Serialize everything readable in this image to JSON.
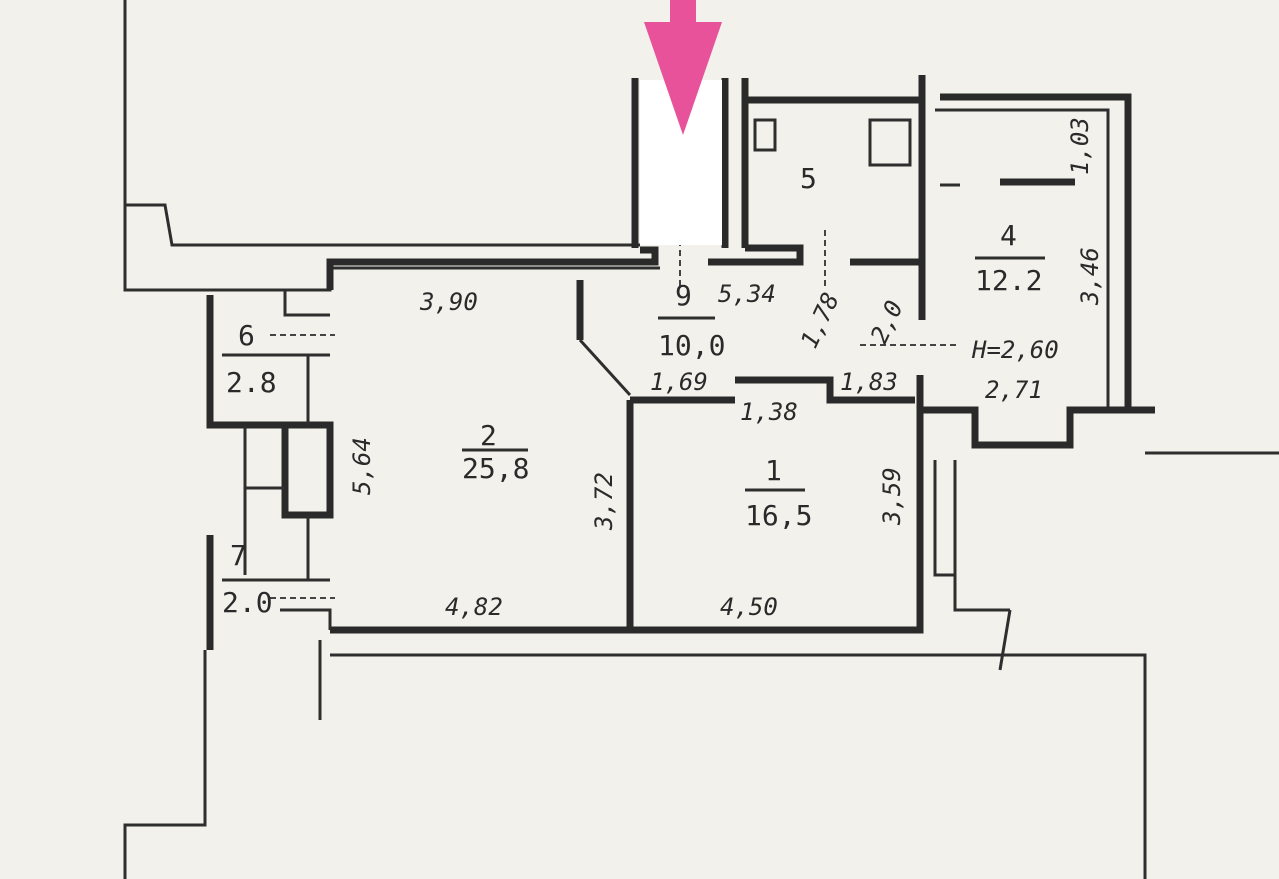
{
  "rooms": [
    {
      "number": "1",
      "area": "16,5"
    },
    {
      "number": "2",
      "area": "25,8"
    },
    {
      "number": "4",
      "area": "12.2"
    },
    {
      "number": "5"
    },
    {
      "number": "6",
      "area": "2.8"
    },
    {
      "number": "7",
      "area": "2.0"
    },
    {
      "number": "9",
      "area": "10,0"
    }
  ],
  "dimensions": {
    "room2_width_top": "3,90",
    "room2_width_bottom": "4,82",
    "room2_depth": "3,72",
    "loggia_length": "5,64",
    "hall_length": "5,34",
    "hall_diag_1": "1,78",
    "hall_diag_2": "2,0",
    "hall_width": "1,69",
    "passage_1": "1,38",
    "passage_2": "1,83",
    "room1_width": "4,50",
    "room1_depth": "3,59",
    "room4_depth": "3,46",
    "room4_top": "1,03",
    "room4_width": "2,71",
    "ceiling_height": "H=2,60"
  },
  "marker": {
    "color": "#e8529a",
    "icon": "arrow-down-icon"
  }
}
